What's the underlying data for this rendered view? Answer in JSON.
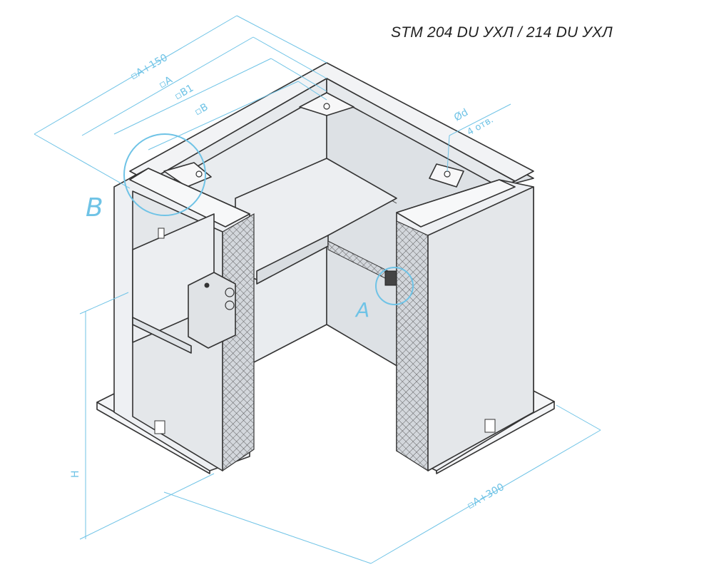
{
  "title": "STM 204 DU УХЛ / 214 DU УХЛ",
  "dimensions": {
    "a_plus_150": "▫A+150",
    "a": "▫A",
    "b1": "▫B1",
    "b": "▫B",
    "hole_diameter": "Ød",
    "holes_count": "4 отв.",
    "height": "H",
    "a_plus_300": "▫A+300"
  },
  "callouts": {
    "detail_b": "B",
    "detail_a": "A"
  },
  "colors": {
    "dimension": "#6fc3e6",
    "outline": "#333333",
    "panel": "#eef0f3",
    "insulation": "#cfd3d8"
  }
}
